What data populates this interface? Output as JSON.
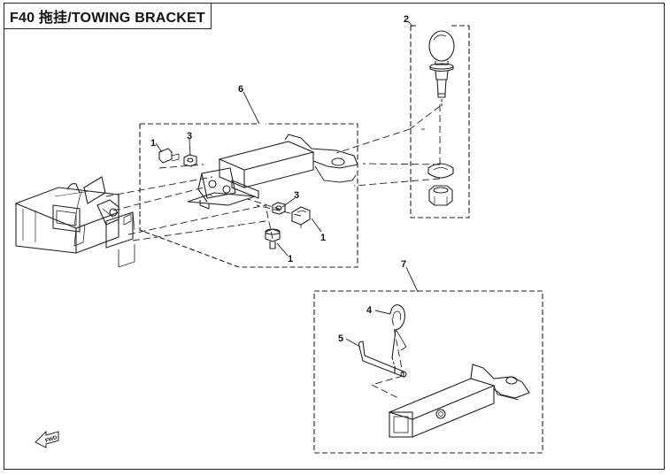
{
  "header": {
    "code": "F40",
    "title": "拖挂/TOWING BRACKET"
  },
  "callouts": {
    "ball": "2",
    "hitch_assembly": "6",
    "bolt_top": "1",
    "nut_top": "3",
    "nut_right": "3",
    "bolt_right": "1",
    "bolt_bottom": "1",
    "receiver_assembly": "7",
    "pin_clip": "4",
    "pin": "5"
  },
  "forward_marker": "FWD"
}
